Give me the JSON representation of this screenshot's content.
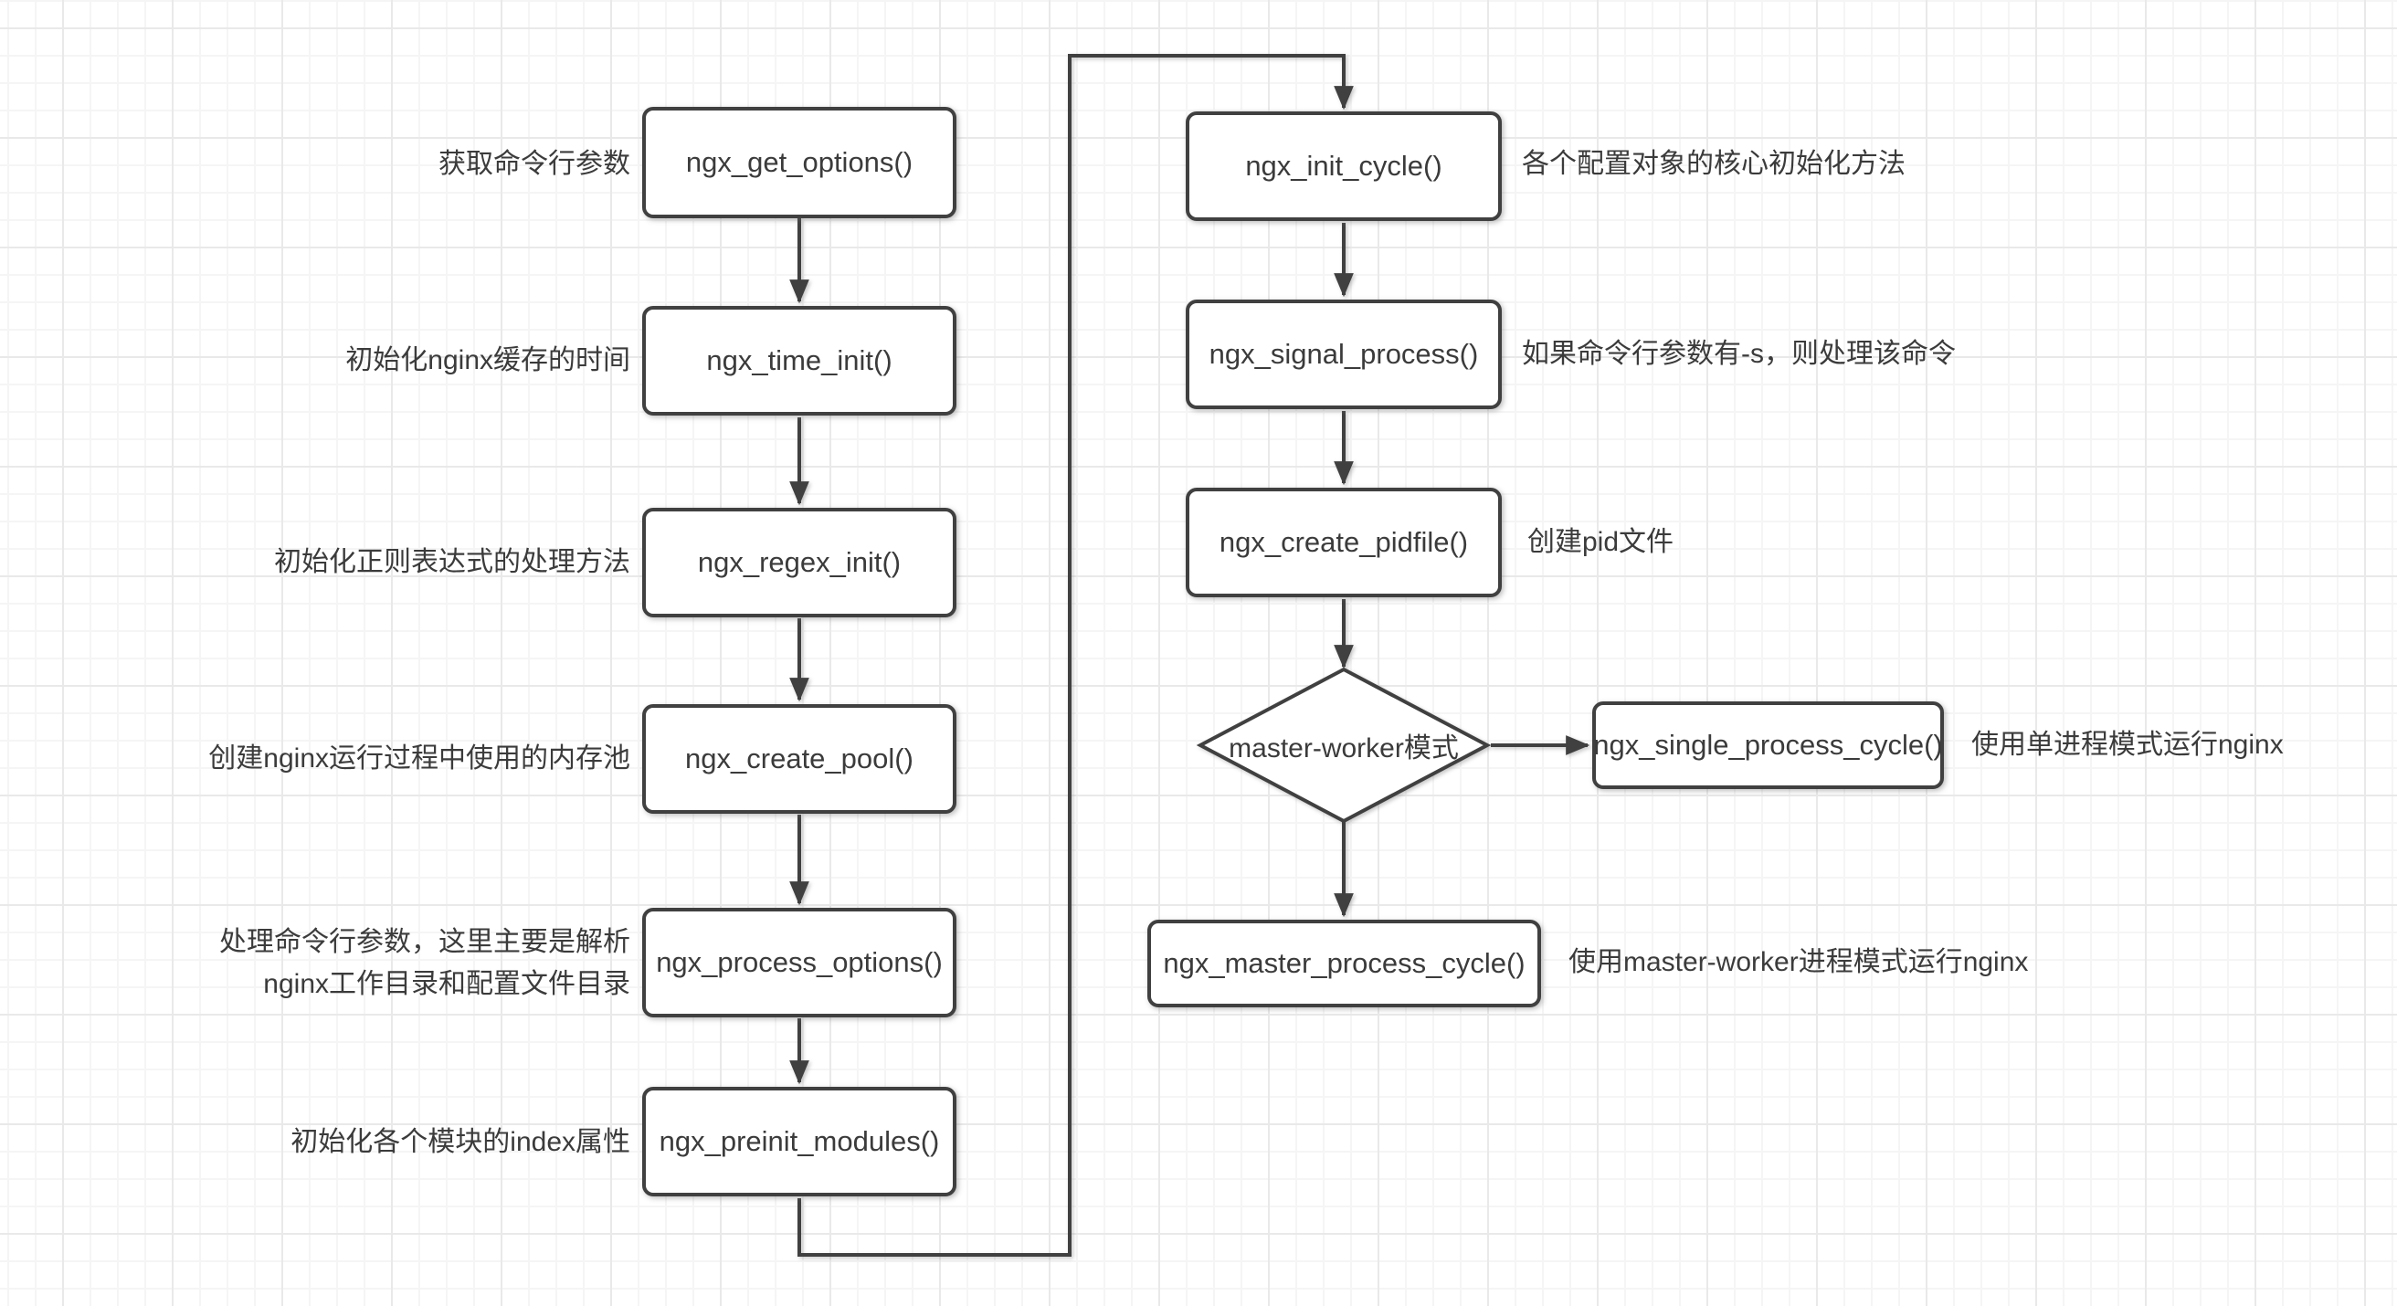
{
  "colors": {
    "stroke": "#404040",
    "text": "#3b3b3b",
    "shape_fill": "#ffffff",
    "grid_minor": "#f5f5f5",
    "grid_major": "#e9e9e9",
    "background": "#ffffff"
  },
  "flowchart": {
    "left_column": [
      {
        "label": "ngx_get_options()",
        "annotation": "获取命令行参数"
      },
      {
        "label": "ngx_time_init()",
        "annotation": "初始化nginx缓存的时间"
      },
      {
        "label": "ngx_regex_init()",
        "annotation": "初始化正则表达式的处理方法"
      },
      {
        "label": "ngx_create_pool()",
        "annotation": "创建nginx运行过程中使用的内存池"
      },
      {
        "label": "ngx_process_options()",
        "annotation": "处理命令行参数，这里主要是解析\nnginx工作目录和配置文件目录"
      },
      {
        "label": "ngx_preinit_modules()",
        "annotation": "初始化各个模块的index属性"
      }
    ],
    "right_column": [
      {
        "label": "ngx_init_cycle()",
        "annotation": "各个配置对象的核心初始化方法"
      },
      {
        "label": "ngx_signal_process()",
        "annotation": "如果命令行参数有-s，则处理该命令"
      },
      {
        "label": "ngx_create_pidfile()",
        "annotation": "创建pid文件"
      }
    ],
    "decision": {
      "label": "master-worker模式"
    },
    "branch_right": {
      "label": "ngx_single_process_cycle()",
      "annotation": "使用单进程模式运行nginx"
    },
    "branch_down": {
      "label": "ngx_master_process_cycle()",
      "annotation": "使用master-worker进程模式运行nginx"
    }
  }
}
